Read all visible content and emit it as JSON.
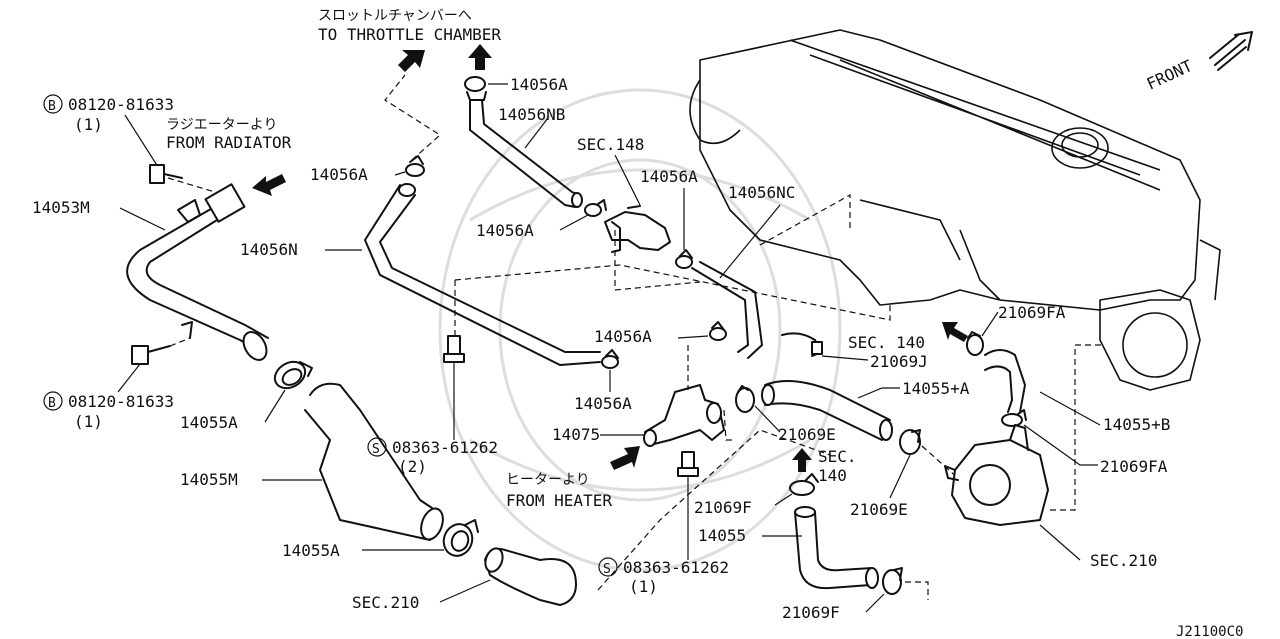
{
  "diagram_code": "J21100C0",
  "front_label": "FRONT",
  "destinations": {
    "throttle_jp": "スロットルチャンバーへ",
    "throttle_en": "TO THROTTLE CHAMBER",
    "radiator_jp": "ラジエーターより",
    "radiator_en": "FROM RADIATOR",
    "heater_jp": "ヒーターより",
    "heater_en": "FROM HEATER"
  },
  "parts": {
    "bolt_top": "08120-81633",
    "bolt_top_qty": "(1)",
    "bolt_bottom": "08120-81633",
    "bolt_bottom_qty": "(1)",
    "screw_left": "08363-61262",
    "screw_left_qty": "(2)",
    "screw_right": "08363-61262",
    "screw_right_qty": "(1)",
    "p14056A_1": "14056A",
    "p14056NB": "14056NB",
    "p14056A_2": "14056A",
    "p14056A_3": "14056A",
    "p14056A_4": "14056A",
    "p14056A_5": "14056A",
    "p14056A_6": "14056A",
    "p14056NC": "14056NC",
    "p14056N": "14056N",
    "p14053M": "14053M",
    "p14055A_1": "14055A",
    "p14055A_2": "14055A",
    "p14055M": "14055M",
    "p14075": "14075",
    "p14055": "14055",
    "p14055plusA": "14055+A",
    "p14055plusB": "14055+B",
    "p21069FA_1": "21069FA",
    "p21069FA_2": "21069FA",
    "p21069J": "21069J",
    "p21069E_1": "21069E",
    "p21069E_2": "21069E",
    "p21069F_1": "21069F",
    "p21069F_2": "21069F"
  },
  "sections": {
    "sec148": "SEC.148",
    "sec140_a": "SEC. 140",
    "sec140_b_line1": "SEC.",
    "sec140_b_line2": "140",
    "sec210_left": "SEC.210",
    "sec210_right": "SEC.210"
  },
  "markers": {
    "bolt_symbol": "B",
    "screw_symbol": "S"
  }
}
